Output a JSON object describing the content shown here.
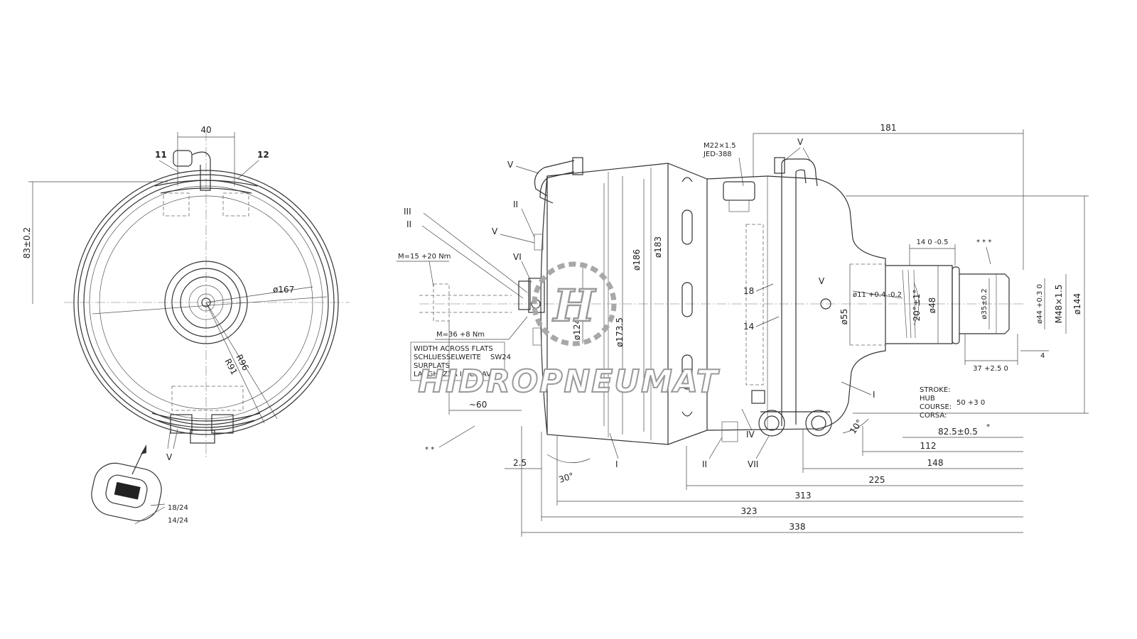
{
  "left_view": {
    "dim_width": "40",
    "dim_height": "83±0.2",
    "callout_11": "11",
    "callout_12": "12",
    "dia_167": "ø167",
    "r96": "R96",
    "r91": "R91",
    "label_v": "V",
    "plate_18": "18/24",
    "plate_14": "14/24"
  },
  "right_view": {
    "thread_m22": "M22×1.5",
    "jed": "JED-388",
    "dim_181": "181",
    "torque_15": "M=15 +20 Nm",
    "torque_36": "M=36 +8 Nm",
    "width_flats": [
      "WIDTH ACROSS FLATS",
      "SCHLUESSELWEITE",
      "SURPLATS",
      "LARGHEZZA IN CHIAVE"
    ],
    "sw24": "SW24",
    "dim_60": "~60",
    "dia_186": "ø186",
    "dia_183": "ø183",
    "dia_124": "ø124",
    "dia_173": "ø173.5",
    "dia_55": "ø55",
    "dia_11": "ø11 +0.4 -0.2",
    "dia_48": "ø48",
    "dia_35": "ø35±0.2",
    "dia_44": "ø44 +0.3 0",
    "thread_m48": "M48×1.5",
    "dia_144": "ø144",
    "angle_20": "20°±1°",
    "dim_14": "14 0 -0.5",
    "dim_37": "37 +2.5 0",
    "dim_4": "4",
    "stroke_labels": [
      "STROKE:",
      "HUB",
      "COURSE:",
      "CORSA:"
    ],
    "stroke_value": "50 +3 0",
    "dim_82": "82.5±0.5",
    "dims": [
      "112",
      "148",
      "225",
      "313",
      "323",
      "338"
    ],
    "dim_2_5": "2.5",
    "angle_30": "30°",
    "angle_10": "10°",
    "callouts": {
      "v": "V",
      "iii": "III",
      "ii": "II",
      "vi": "VI",
      "i": "I",
      "iv": "IV",
      "vii": "VII",
      "n18": "18",
      "n14": "14",
      "star3": "* * *",
      "star2": "* *",
      "star1": "*"
    }
  },
  "watermark": "HIDROPNEUMAT"
}
